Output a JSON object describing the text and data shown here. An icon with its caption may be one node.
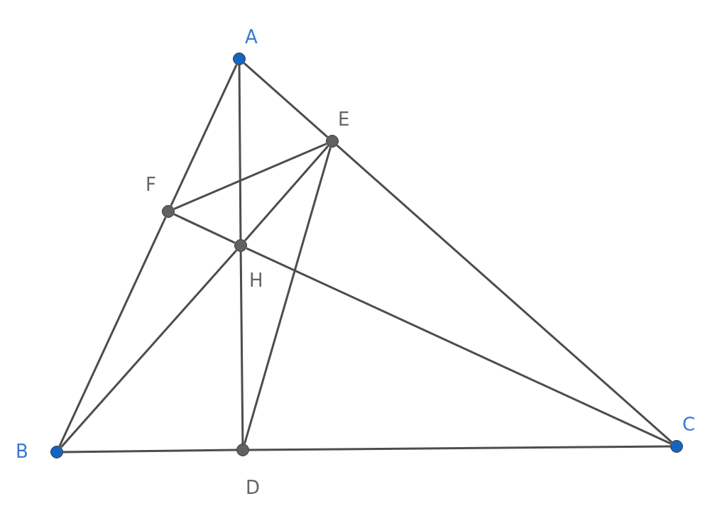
{
  "diagram": {
    "nodes": [
      {
        "text": [
          "A"
        ]
      },
      {
        "text": [
          "E"
        ]
      },
      {
        "text": [
          "F"
        ]
      },
      {
        "text": [
          "H"
        ]
      },
      {
        "text": [
          "B"
        ]
      },
      {
        "text": [
          "D"
        ]
      },
      {
        "text": [
          "C"
        ]
      }
    ],
    "edges": [
      {
        "from": 0,
        "to": 2,
        "arrow": "none"
      },
      {
        "from": 2,
        "to": 4,
        "arrow": "none"
      },
      {
        "from": 0,
        "to": 1,
        "arrow": "none"
      },
      {
        "from": 1,
        "to": 6,
        "arrow": "none"
      },
      {
        "from": 4,
        "to": 5,
        "arrow": "none"
      },
      {
        "from": 5,
        "to": 6,
        "arrow": "none"
      },
      {
        "from": 0,
        "to": 3,
        "arrow": "none"
      },
      {
        "from": 3,
        "to": 5,
        "arrow": "none"
      },
      {
        "from": 4,
        "to": 3,
        "arrow": "none"
      },
      {
        "from": 3,
        "to": 1,
        "arrow": "none"
      },
      {
        "from": 2,
        "to": 3,
        "arrow": "none"
      },
      {
        "from": 3,
        "to": 6,
        "arrow": "none"
      },
      {
        "from": 2,
        "to": 1,
        "arrow": "none"
      },
      {
        "from": 1,
        "to": 5,
        "arrow": "none"
      }
    ]
  }
}
